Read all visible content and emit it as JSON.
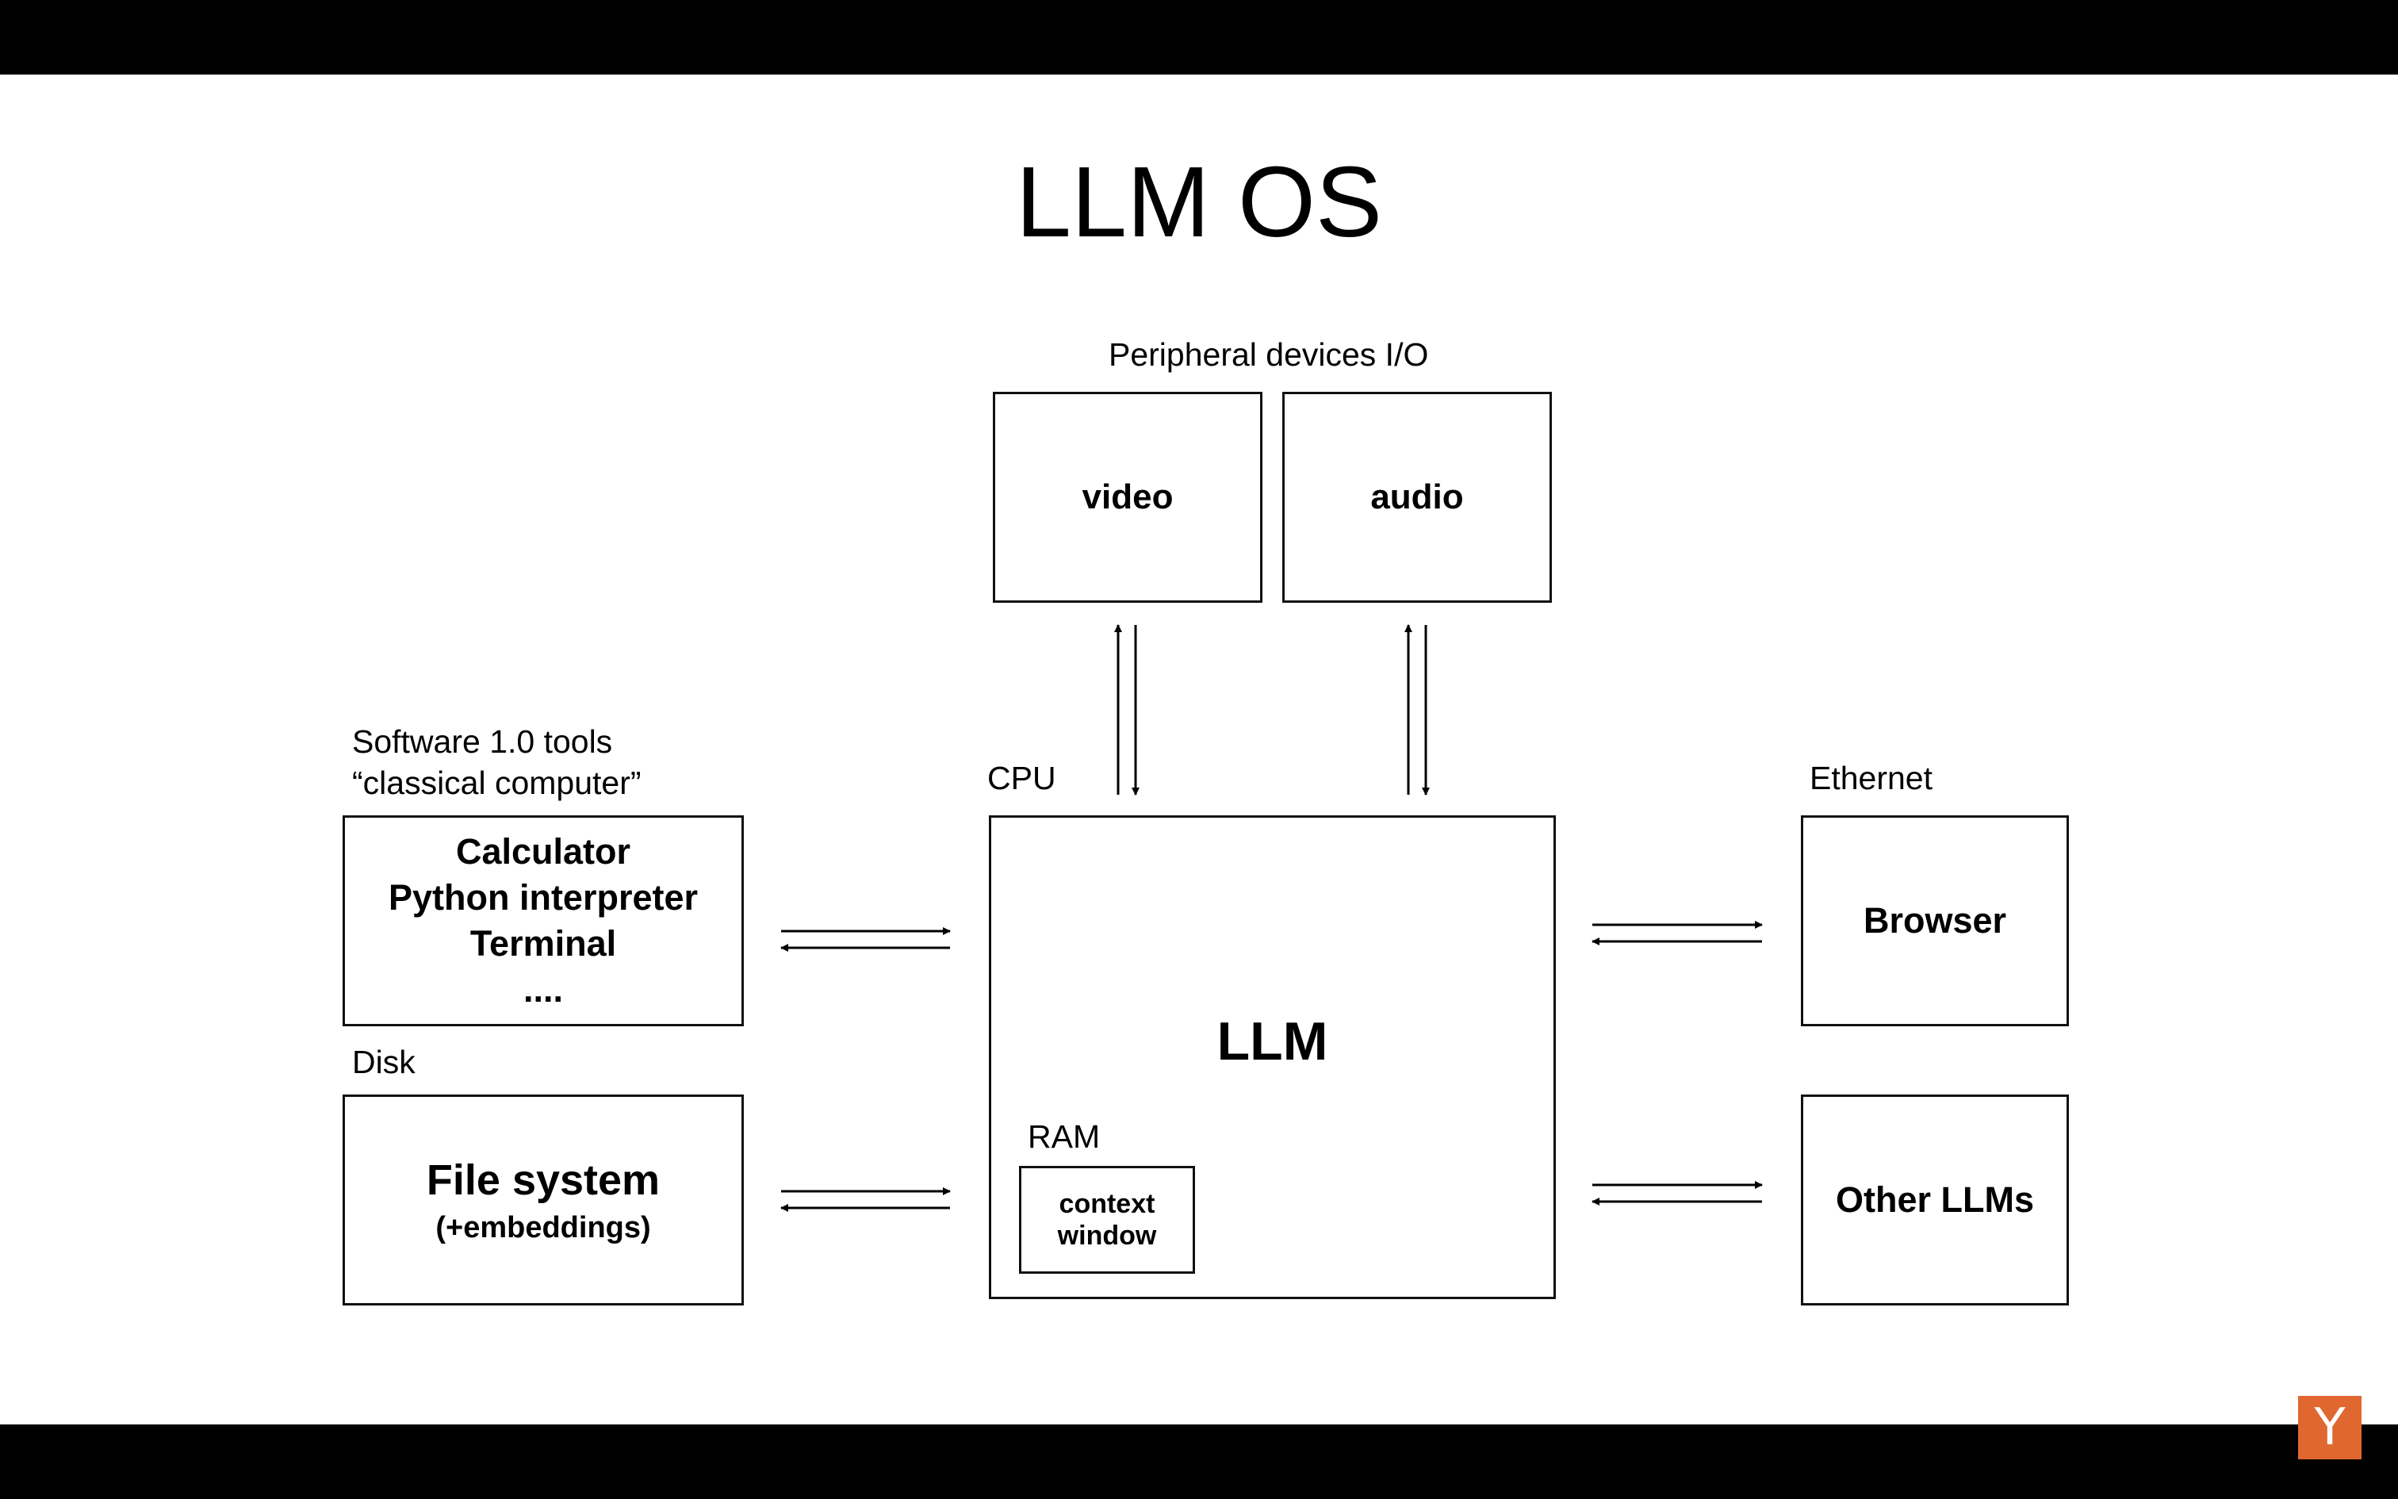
{
  "title": "LLM OS",
  "labels": {
    "peripheral": "Peripheral devices I/O",
    "software_line1": "Software 1.0 tools",
    "software_line2": "“classical computer”",
    "cpu": "CPU",
    "ethernet": "Ethernet",
    "disk": "Disk",
    "ram": "RAM"
  },
  "boxes": {
    "video": "video",
    "audio": "audio",
    "llm": "LLM",
    "context_line1": "context",
    "context_line2": "window",
    "tools": [
      "Calculator",
      "Python interpreter",
      "Terminal",
      "...."
    ],
    "filesystem": "File system",
    "filesystem_sub": "(+embeddings)",
    "browser": "Browser",
    "other_llms": "Other LLMs"
  },
  "logo": "Y",
  "colors": {
    "logo_bg": "#e0672f",
    "background": "#ffffff",
    "frame": "#000000"
  }
}
